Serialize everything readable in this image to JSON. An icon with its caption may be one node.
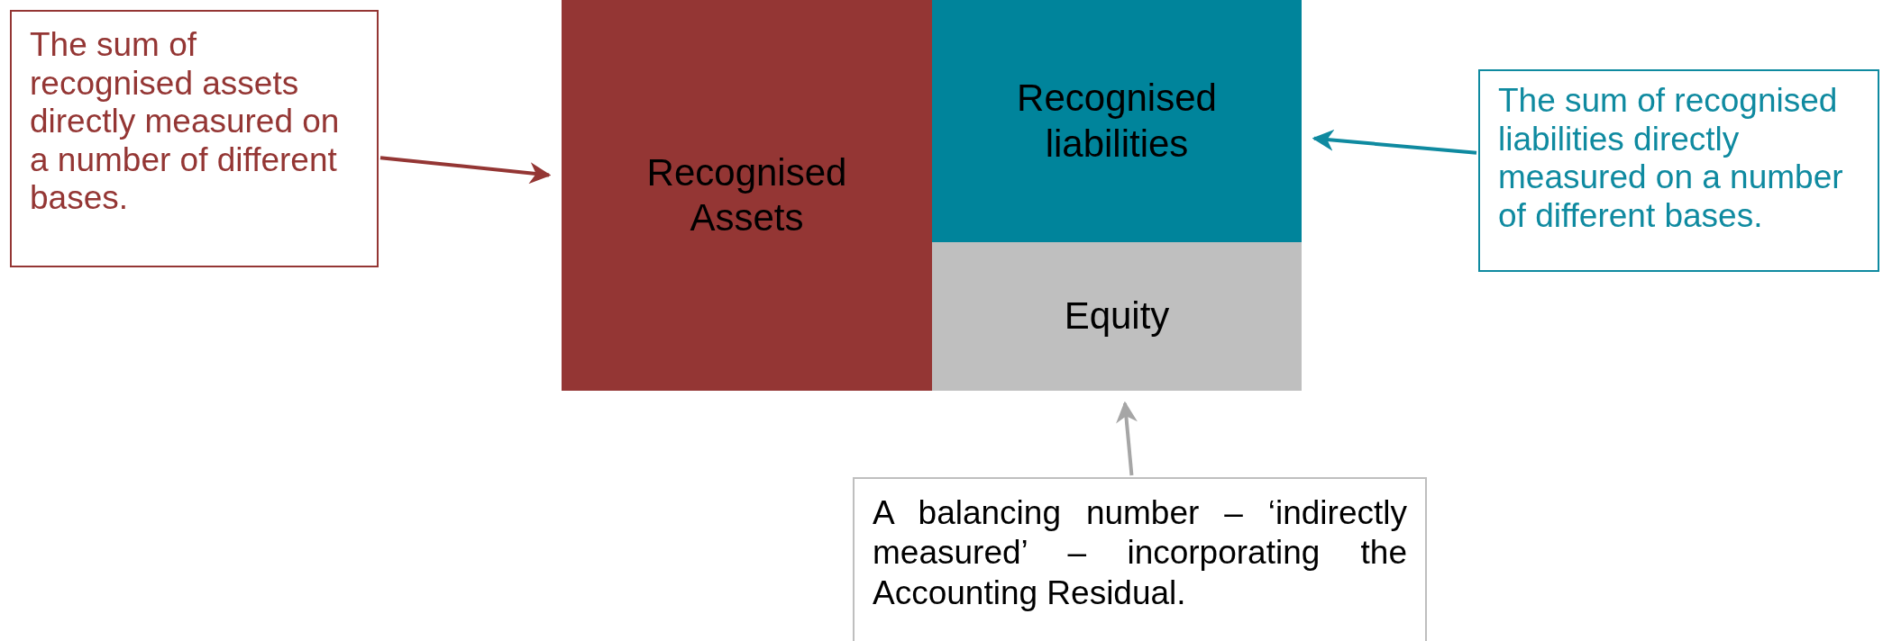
{
  "diagram": {
    "nodes": [
      {
        "text": [
          "The sum of recognised assets directly measured on a number of different bases."
        ]
      },
      {
        "text": [
          "Recognised Assets"
        ]
      },
      {
        "text": [
          "Recognised liabilities"
        ]
      },
      {
        "text": [
          "Equity"
        ]
      },
      {
        "text": [
          "The sum of recognised liabilities directly measured on a number of different bases."
        ]
      },
      {
        "text": [
          "A balancing number – ‘indirectly measured’ – incorporating the Accounting Residual."
        ]
      }
    ],
    "edges": [
      {
        "from": 0,
        "to": 1,
        "arrow": "to",
        "color": "#943634"
      },
      {
        "from": 4,
        "to": 2,
        "arrow": "to",
        "color": "#0f8aa0"
      },
      {
        "from": 5,
        "to": 3,
        "arrow": "to",
        "color": "#a6a6a6"
      }
    ]
  }
}
